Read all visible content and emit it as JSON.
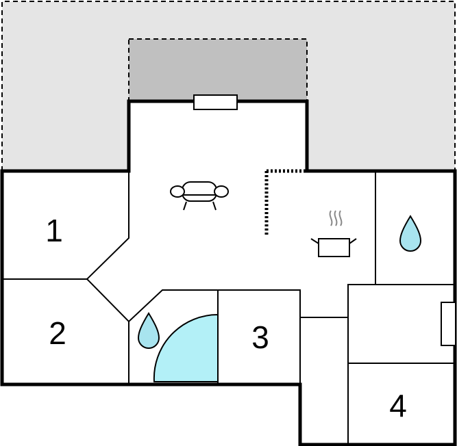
{
  "rooms": [
    {
      "label": "1"
    },
    {
      "label": "2"
    },
    {
      "label": "3"
    },
    {
      "label": "4"
    }
  ],
  "icons": {
    "sofa": "sofa-icon",
    "kitchen": "cooking-pot-icon",
    "water": "water-drop-icon"
  },
  "colors": {
    "terrace": "#e5e5e5",
    "balcony": "#c0c0c0",
    "bath_tub": "#b3f0f7",
    "water_drop": "#a8e4ef",
    "walls": "#000000"
  }
}
